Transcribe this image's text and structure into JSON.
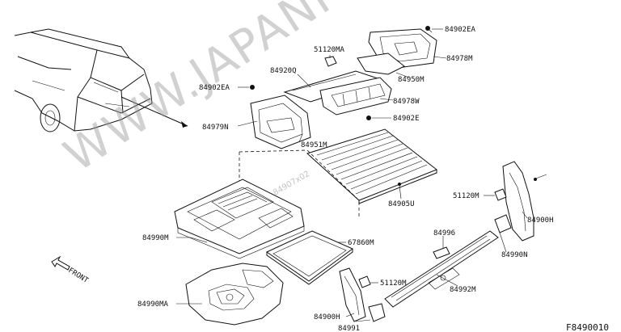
{
  "watermark": {
    "main": "WWW.JAPANPARTS.RU",
    "small": "84907x02"
  },
  "front_label": "FRONT",
  "figure_code": "F8490010",
  "parts": {
    "p84902EA_top": "84902EA",
    "p84978M": "84978M",
    "p51120MA": "51120MA",
    "p84920Q": "84920Q",
    "p84950M": "84950M",
    "p84902EA_left": "84902EA",
    "p84978W": "84978W",
    "p84902E": "84902E",
    "p84979N": "84979N",
    "p84951M": "84951M",
    "p84905U": "84905U",
    "p51120M_right": "51120M",
    "p84900H_right": "84900H",
    "p84996": "84996",
    "p84990N": "84990N",
    "p84990M": "84990M",
    "p67860M": "67860M",
    "p51120M_mid": "51120M",
    "p84992M": "84992M",
    "p84990MA": "84990MA",
    "p84900H_bottom": "84900H",
    "p84991": "84991"
  }
}
